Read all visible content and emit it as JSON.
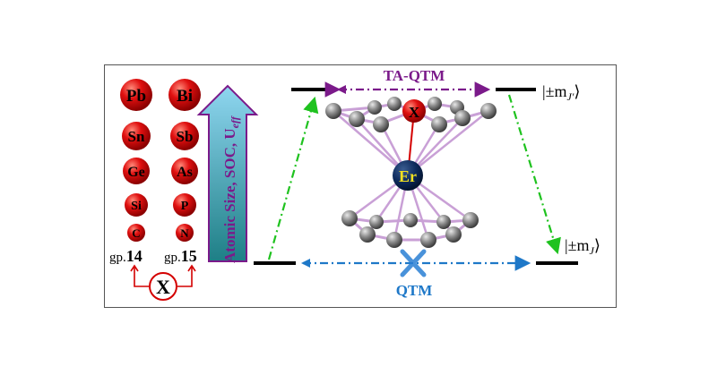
{
  "elements": {
    "group14": [
      "Pb",
      "Sn",
      "Ge",
      "Si",
      "C"
    ],
    "group15": [
      "Bi",
      "Sb",
      "As",
      "P",
      "N"
    ],
    "group14_label_prefix": "gp.",
    "group14_label_number": "14",
    "group15_label_prefix": "gp.",
    "group15_label_number": "15",
    "x_label": "X"
  },
  "arrow_text": "Atomic Size, SOC, U",
  "arrow_text_sub": "eff",
  "molecule": {
    "center_label": "Er",
    "ring_atom_label": "X"
  },
  "levels": {
    "upper_label": "|±m",
    "upper_sub": "J'",
    "lower_label": "|±m",
    "lower_sub": "J",
    "ket_close": "⟩"
  },
  "transitions": {
    "ta_qtm": "TA-QTM",
    "qtm": "QTM"
  },
  "colors": {
    "atom_red": "#d40000",
    "ta_qtm": "#7b1a8a",
    "qtm": "#1e78c8",
    "green": "#1fc21f",
    "er_ball": "#0c2a5c",
    "er_text": "#f0e020",
    "arrow_fill_top": "#7fc8e8",
    "arrow_fill_bottom": "#1e8a8a",
    "arrow_border": "#7b1a8a"
  }
}
